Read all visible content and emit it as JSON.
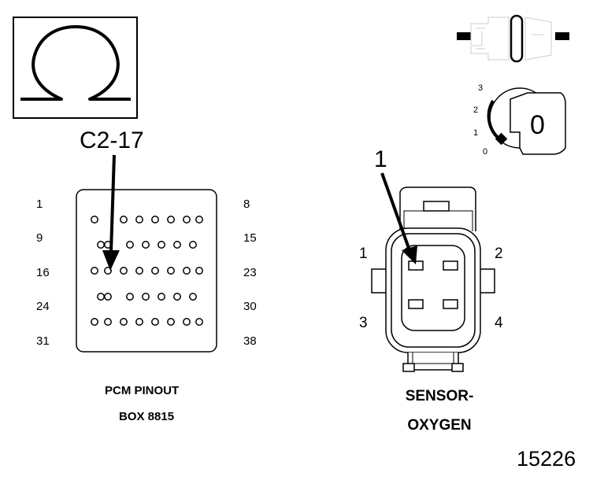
{
  "ohm_symbol": "Ω",
  "callout_label": "C2-17",
  "pcm": {
    "left_labels": [
      "1",
      "9",
      "16",
      "24",
      "31"
    ],
    "right_labels": [
      "8",
      "15",
      "23",
      "30",
      "38"
    ],
    "caption_line1": "PCM PINOUT",
    "caption_line2": "BOX 8815"
  },
  "ignition": {
    "positions": [
      "3",
      "2",
      "1",
      "0"
    ],
    "key_label": "0"
  },
  "sensor": {
    "callout_label": "1",
    "pin_labels": [
      "1",
      "2",
      "3",
      "4"
    ],
    "caption_line1": "SENSOR-",
    "caption_line2": "OXYGEN"
  },
  "figure_number": "15226"
}
